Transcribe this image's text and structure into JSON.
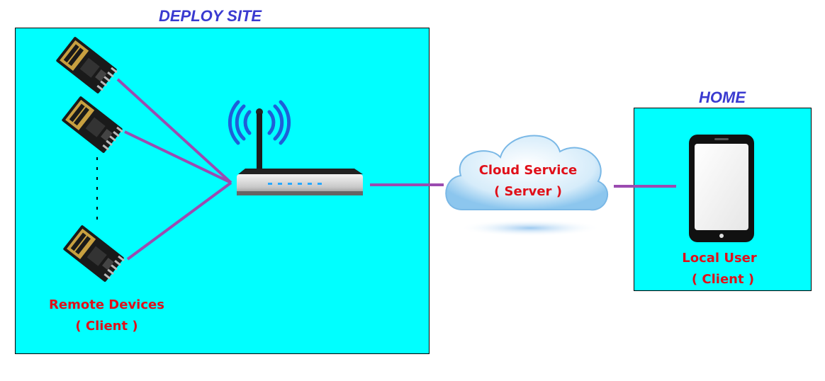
{
  "deploy_site": {
    "title": "DEPLOY SITE",
    "devices_label": "Remote Devices",
    "devices_sublabel": "( Client )"
  },
  "cloud": {
    "label": "Cloud Service",
    "sublabel": "( Server )"
  },
  "home": {
    "title": "HOME",
    "user_label": "Local User",
    "user_sublabel": "( Client )"
  },
  "colors": {
    "panel_fill": "#00ffff",
    "title_color": "#3a3ad0",
    "label_color": "#e0101a",
    "link_color": "#9b4bb0"
  },
  "icons": [
    "esp-module-icon",
    "wifi-router-icon",
    "cloud-icon",
    "smartphone-icon"
  ]
}
